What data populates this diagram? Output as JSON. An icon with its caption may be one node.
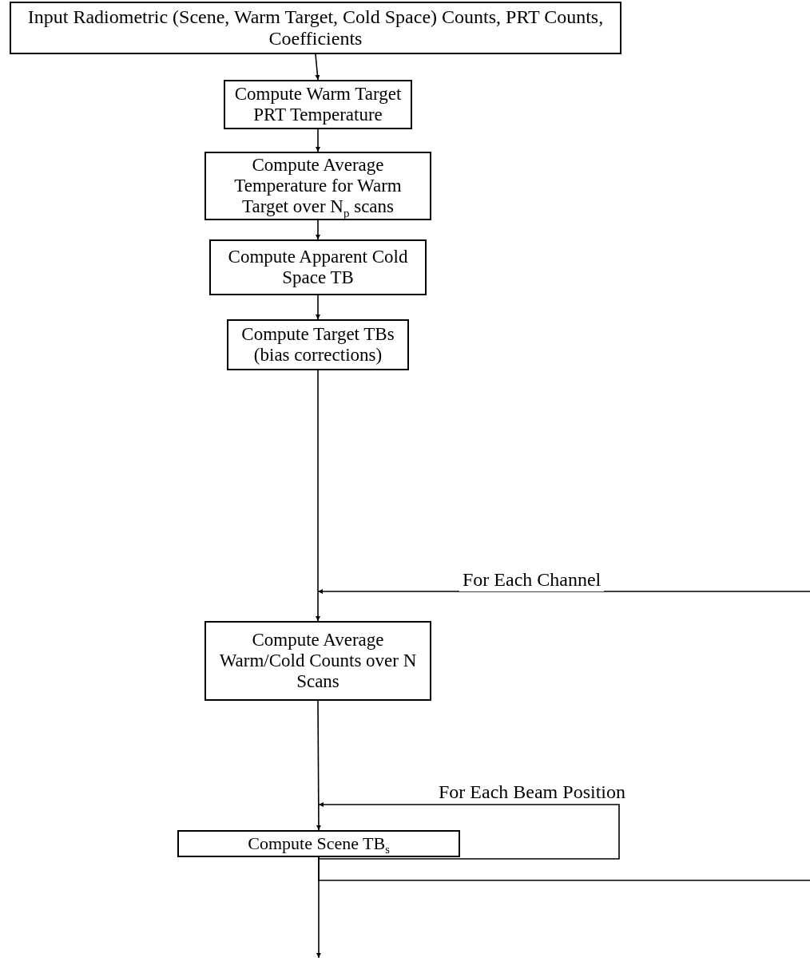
{
  "diagram": {
    "nodes": [
      {
        "text": [
          "Input Radiometric (Scene, Warm Target, Cold Space) Counts, PRT Counts, Coefficients"
        ]
      },
      {
        "text": [
          "Compute Warm Target PRT Temperature"
        ]
      },
      {
        "text": [
          "Compute Average Temperature for Warm Target over N$_{p}$ scans"
        ]
      },
      {
        "text": [
          "Compute Apparent Cold Space TB"
        ]
      },
      {
        "text": [
          "Compute Target TBs (bias corrections)"
        ]
      },
      {
        "text": [
          "Compute Average Warm/Cold Counts over N Scans"
        ]
      },
      {
        "text": [
          "Compute Scene TB$_{s}$"
        ]
      }
    ],
    "edges": [
      {
        "from": 0,
        "to": 1,
        "arrow": "to"
      },
      {
        "from": 1,
        "to": 2,
        "arrow": "to"
      },
      {
        "from": 2,
        "to": 3,
        "arrow": "to"
      },
      {
        "from": 3,
        "to": 4,
        "arrow": "to"
      },
      {
        "from": 4,
        "to": 5,
        "arrow": "to"
      },
      {
        "from": null,
        "to": 5,
        "arrow": "to",
        "label": "For Each Channel"
      },
      {
        "from": 5,
        "to": 6,
        "arrow": "to"
      },
      {
        "from": 6,
        "to": 6,
        "arrow": "to",
        "label": "For Each Beam Position"
      },
      {
        "from": 6,
        "to": null,
        "arrow": "none"
      },
      {
        "from": 6,
        "to": null,
        "arrow": "to"
      }
    ]
  }
}
